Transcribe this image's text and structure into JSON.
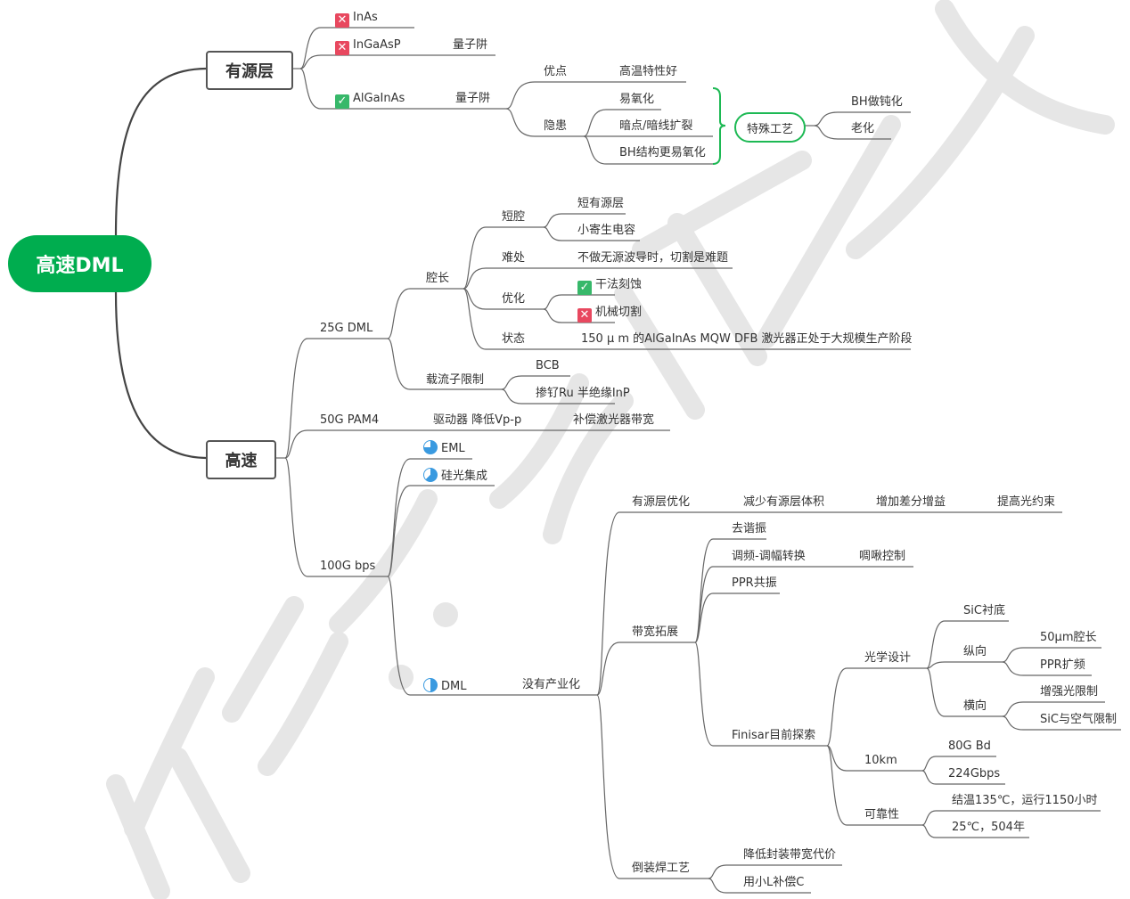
{
  "watermark": "公众号：光通信女人",
  "colors": {
    "root_bg": "#00ad4f",
    "accent_green": "#1db954",
    "cross_red": "#e8485f",
    "check_green": "#37b86a",
    "progress_blue": "#3a9ae0",
    "line": "#555555"
  },
  "root": {
    "label": "高速DML"
  },
  "branches": {
    "active_layer": {
      "label": "有源层",
      "items": [
        {
          "label": "InAs",
          "marker": "cross-icon"
        },
        {
          "label": "InGaAsP",
          "marker": "cross-icon",
          "note": "量子阱"
        },
        {
          "label": "AlGaInAs",
          "marker": "check-icon",
          "note": "量子阱",
          "pros": {
            "label": "优点",
            "value": "高温特性好"
          },
          "risks": {
            "label": "隐患",
            "items": [
              "易氧化",
              "暗点/暗线扩裂",
              "BH结构更易氧化"
            ]
          },
          "special_process": {
            "label": "特殊工艺",
            "items": [
              "BH做钝化",
              "老化"
            ]
          }
        }
      ]
    },
    "high_speed": {
      "label": "高速",
      "g25": {
        "label": "25G DML",
        "cavity": {
          "label": "腔长",
          "short_cavity": {
            "label": "短腔",
            "items": [
              "短有源层",
              "小寄生电容"
            ]
          },
          "difficulty": {
            "label": "难处",
            "value": "不做无源波导时，切割是难题"
          },
          "optimize": {
            "label": "优化",
            "items": [
              {
                "label": "干法刻蚀",
                "marker": "check-icon"
              },
              {
                "label": "机械切割",
                "marker": "cross-icon"
              }
            ]
          },
          "status": {
            "label": "状态",
            "value": "150 μ m 的AlGaInAs MQW DFB 激光器正处于大规模生产阶段"
          }
        },
        "carrier": {
          "label": "载流子限制",
          "items": [
            "BCB",
            "掺钌Ru 半绝缘InP"
          ]
        }
      },
      "g50": {
        "label": "50G PAM4",
        "driver": "驱动器 降低Vp-p",
        "compensate": "补偿激光器带宽"
      },
      "g100": {
        "label": "100G bps",
        "eml": {
          "label": "EML",
          "progress": 0.75
        },
        "siph": {
          "label": "硅光集成",
          "progress": 0.625
        },
        "dml": {
          "label": "DML",
          "progress": 0.5,
          "note": "没有产业化",
          "active_opt": {
            "label": "有源层优化",
            "chain": [
              "减少有源层体积",
              "增加差分增益",
              "提高光约束"
            ]
          },
          "bandwidth": {
            "label": "带宽拓展",
            "items": [
              "去谐振",
              "调频-调幅转换",
              "PPR共振"
            ],
            "chirp": "啁啾控制",
            "finisar": {
              "label": "Finisar目前探索",
              "optical": {
                "label": "光学设计",
                "substrate": "SiC衬底",
                "longitudinal": {
                  "label": "纵向",
                  "items": [
                    "50μm腔长",
                    "PPR扩频"
                  ]
                },
                "lateral": {
                  "label": "横向",
                  "items": [
                    "增强光限制",
                    "SiC与空气限制"
                  ]
                }
              },
              "km10": {
                "label": "10km",
                "items": [
                  "80G Bd",
                  "224Gbps"
                ]
              },
              "reliability": {
                "label": "可靠性",
                "items": [
                  "结温135℃，运行1150小时",
                  "25℃，504年"
                ]
              }
            }
          },
          "flipchip": {
            "label": "倒装焊工艺",
            "items": [
              "降低封装带宽代价",
              "用小L补偿C"
            ]
          }
        }
      }
    }
  }
}
